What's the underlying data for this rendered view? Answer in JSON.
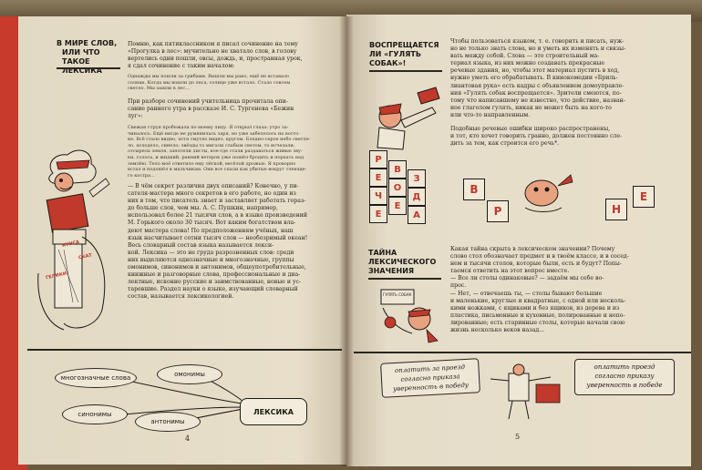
{
  "left_page": {
    "heading": [
      "В МИРЕ СЛОВ,",
      "ИЛИ ЧТО ТАКОЕ",
      "ЛЕКСИКА"
    ],
    "intro": [
      "Помню, как пятиклассником я писал сочинение на тему",
      "«Прогулка в лес»: мучительно не хватало слов, в голову",
      "вертелись одни пошли, овсы, дождь, и, пространная урок,",
      "я сдал сочинение с таким началом:"
    ],
    "quote1": [
      "Однажды мы пошли за грибами. Вышли мы рано, ещё не вставало",
      "солнце. Когда мы вошли до леса, солнце уже встало. Стало совсем",
      "светло. Мы зашли в лес..."
    ],
    "para1": [
      "При разборе сочинений учительница прочитала опи-",
      "сание раннего утра в рассказе И. С. Тургенева «Бежин",
      "луг»:"
    ],
    "quote2": [
      "Свежая струя пробежала по моему лицу. Я открыл глаза: утро за-",
      "чиналось. Ещё нигде не румянилась заря, но уже забелелось на восто-",
      "ке. Всё стало видно, хотя смутно видно, кругом. Бледно-серое небо светле-",
      "ло, холодело, синело; звёзды то мигали слабым светом, то исчезали;",
      "отсырела земля, запотели листы, кое-где стали раздаваться живые зву-",
      "ки, голоса, и жидкий, ранний ветерок уже пошёл бродить и порхать над",
      "землёю. Тело моё ответило ему лёгкой, весёлой дрожью. Я проворно",
      "встал и подошёл к мальчикам. Они все спали как убитые вокруг тлеюще-",
      "го костра..."
    ],
    "para2": [
      "— В чём секрет различия двух описаний? Конечно, у пи-",
      "сателя-мастера много секретов в его работе, но один из",
      "них в том, что писатель знает и заставляет работать гораз-",
      "до больше слов, чем мы. А. С. Пушкин, например,",
      "использовал более 21 тысячи слов, а в языке произведений",
      "М. Горького около 30 тысяч. Вот каким богатством вла-",
      "деют мастера слова! По предположениям учёных, наш",
      "язык насчитывает сотни тысяч слов — необозримый океан!",
      "Весь словарный состав языка называется лекси-",
      "кой. Лексика — это не груда разрозненных слов: среди",
      "них выделяются однозначные и многозначные, группы",
      "омонимов, синонимов и антонимов, общеупотребительные,",
      "книжные и разговорные слова, профессиональные и диа-",
      "лектные, исконно русские и заимствованные, новые и ус-",
      "таревшие. Раздел науки о языке, изучающий словарный",
      "состав, называется лексикологией."
    ],
    "illustration_labels": [
      "СКАТ",
      "КУНГА",
      "ГЕЛИКИ"
    ],
    "diagram": {
      "ovals": [
        "многозначные слова",
        "омонимы",
        "синонимы",
        "антонимы"
      ],
      "center": "ЛЕКСИКА"
    },
    "page_number": "4"
  },
  "right_page": {
    "heading1": [
      "ВОСПРЕЩАЕТСЯ",
      "ЛИ «ГУЛЯТЬ",
      "СОБАК»!"
    ],
    "para1": [
      "Чтобы пользоваться языком, т. е. говорить и писать, нуж-",
      "но не только знать слова, но и уметь их изменять и связы-",
      "вать между собой. Слова — это строительный ма-",
      "териал языка, из них можно создавать прекрасные",
      "речевые здания, но, чтобы этот материал пустить в ход,",
      "нужно уметь его обрабатывать. В кинокомедии «Бриль-",
      "лиантовая рука» есть кадры с объявлением домоуправле-",
      "ния «Гулять собак воспрещается». Зрители смеются, по-",
      "тому что написавшему не известно, что действие, назван-",
      "ное глаголом гулять, никак не может быть на кого-то",
      "или что-то направленным."
    ],
    "para2": [
      "Подобные речевые ошибки широко распространены,",
      "и тот, кто хочет говорить гранно, должен постоянно сле-",
      "дить за тем, как строится его речь*."
    ],
    "blocks_vertical": [
      "Р",
      "Е",
      "Ч",
      "Е",
      "В",
      "О",
      "Е",
      "З",
      "Д",
      "А"
    ],
    "blocks_right": [
      "В",
      "Р",
      "Н",
      "Е"
    ],
    "heading2": [
      "ТАЙНА",
      "ЛЕКСИЧЕСКОГО",
      "ЗНАЧЕНИЯ"
    ],
    "para3": [
      "Какая тайна скрыта в лексическом значении? Почему",
      "слово стол обозначает предмет и в твоём классе, и в сосед-",
      "нем и тысячи столов, которые были, есть и будут? Попы-",
      "таемся ответить на этот вопрос вместе.",
      "— Все ли столы одинаковые? — задаём мы себе во-",
      "прос.",
      "— Нет, — отвечаешь ты, — столы бывают большие",
      "и маленькие, круглые и квадратные, с одной или несколь-",
      "кими ножками, с ящиками и без ящиков, из дерева и из",
      "пластика, письменные и кухонные, полированные и непо-",
      "лированные; есть старинные столы, которые начали свою",
      "жизнь несколько веков назад..."
    ],
    "scroll_left": [
      "оплатить за проезд",
      "согласно приказа",
      "уверенность в победу"
    ],
    "scroll_right": [
      "оплатить проезд",
      "согласно приказу",
      "уверенность в победе"
    ],
    "illustration_sign": "ГУЛЯТЬ СОБАК",
    "page_number": "5"
  },
  "colors": {
    "accent": "#c0392b",
    "paper": "#e6ddc8",
    "ink": "#2a2620"
  }
}
